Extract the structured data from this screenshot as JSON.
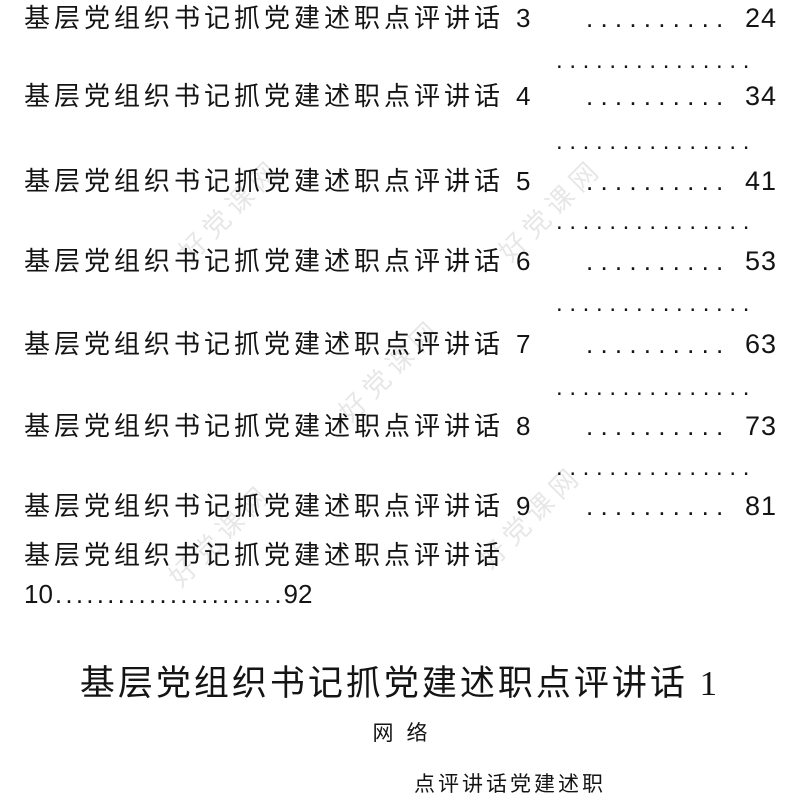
{
  "watermark": {
    "text": "好党课网",
    "color": "#000000"
  },
  "toc": {
    "leader": ". . . . . . . . . .",
    "dots_row": ". . . . . . . . . . . . . . .",
    "entries": [
      {
        "title": "基层党组织书记抓党建述职点评讲话",
        "num": "3",
        "page": "24"
      },
      {
        "title": "基层党组织书记抓党建述职点评讲话",
        "num": "4",
        "page": "34"
      },
      {
        "title": "基层党组织书记抓党建述职点评讲话",
        "num": "5",
        "page": "41"
      },
      {
        "title": "基层党组织书记抓党建述职点评讲话",
        "num": "6",
        "page": "53"
      },
      {
        "title": "基层党组织书记抓党建述职点评讲话",
        "num": "7",
        "page": "63"
      },
      {
        "title": "基层党组织书记抓党建述职点评讲话",
        "num": "8",
        "page": "73"
      },
      {
        "title": "基层党组织书记抓党建述职点评讲话",
        "num": "9",
        "page": "81"
      }
    ],
    "entry10": {
      "title": "基层党组织书记抓党建述职点评讲话",
      "num": "10",
      "dots": ". . . . . . . . . . . . . . . . . . . . . .",
      "page": "92"
    }
  },
  "section": {
    "heading": "基层党组织书记抓党建述职点评讲话 1",
    "byline": "网络",
    "subline": "点评讲话党建述职"
  }
}
